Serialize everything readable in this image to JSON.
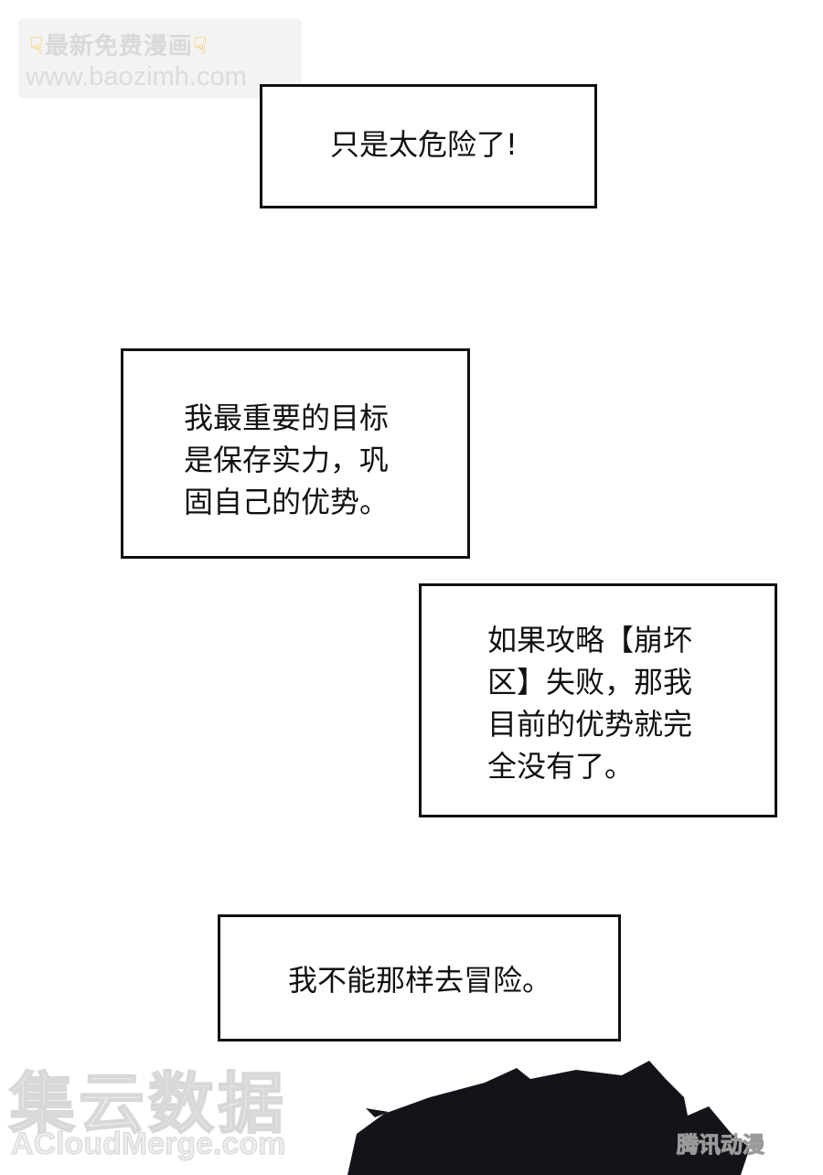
{
  "watermark_top": {
    "line1": "最新免费漫画",
    "line2": "www.baozimh.com",
    "hand_icon": "pointing-hand-icon"
  },
  "bubbles": [
    {
      "text": "只是太危险了!"
    },
    {
      "text": "我最重要的目标\n是保存实力，巩\n固自己的优势。"
    },
    {
      "text": "如果攻略【崩坏\n区】失败，那我\n目前的优势就完\n全没有了。"
    },
    {
      "text": "我不能那样去冒险。"
    }
  ],
  "watermark_bottom": {
    "brand": "集云数据",
    "url": "ACloudMerge.com",
    "publisher": "腾讯动漫"
  },
  "colors": {
    "ink": "#111111",
    "hand": "#f2c84b"
  }
}
